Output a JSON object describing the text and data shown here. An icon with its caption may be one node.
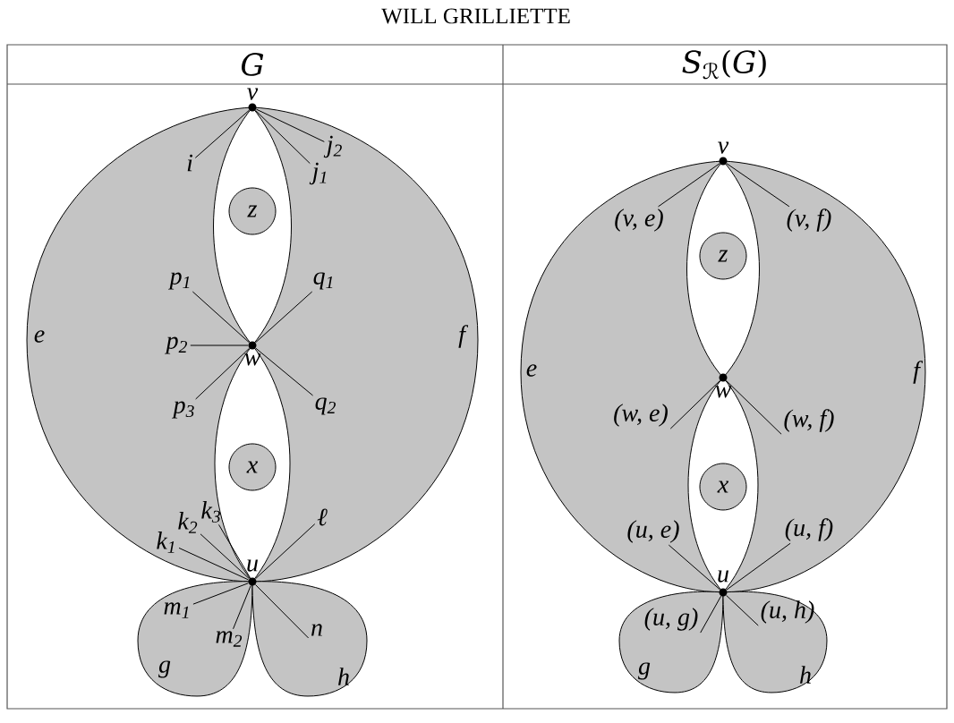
{
  "diagram": {
    "nodes": [
      {
        "text": [
          "e",
          "f"
        ]
      },
      {
        "text": [
          "v"
        ]
      },
      {
        "text": [
          "i"
        ],
        "in": 0
      },
      {
        "text": [
          "j$_{2}$"
        ],
        "in": 0
      },
      {
        "text": [
          "j$_{1}$"
        ],
        "in": 0
      },
      {
        "text": [
          "z"
        ],
        "in": 0
      },
      {
        "text": [
          "p$_{1}$"
        ],
        "in": 0
      },
      {
        "text": [
          "q$_{1}$"
        ],
        "in": 0
      },
      {
        "text": [
          "p$_{2}$"
        ],
        "in": 0
      },
      {
        "text": [
          "w"
        ],
        "in": 0
      },
      {
        "text": [
          "p$_{3}$"
        ],
        "in": 0
      },
      {
        "text": [
          "q$_{2}$"
        ],
        "in": 0
      },
      {
        "text": [
          "x"
        ],
        "in": 0
      },
      {
        "text": [
          "k$_{3}$"
        ],
        "in": 0
      },
      {
        "text": [
          "k$_{2}$"
        ],
        "in": 0
      },
      {
        "text": [
          "k$_{1}$"
        ],
        "in": 0
      },
      {
        "text": [
          "ℓ"
        ],
        "in": 0
      },
      {
        "text": [
          "u"
        ]
      },
      {
        "text": [
          "g"
        ]
      },
      {
        "text": [
          "m$_{1}$"
        ],
        "in": 18
      },
      {
        "text": [
          "m$_{2}$"
        ],
        "in": 18
      },
      {
        "text": [
          "h"
        ]
      },
      {
        "text": [
          "n"
        ],
        "in": 21
      },
      {
        "text": [
          "e",
          "f"
        ]
      },
      {
        "text": [
          "v"
        ]
      },
      {
        "text": [
          "(v, e)"
        ],
        "in": 23
      },
      {
        "text": [
          "(v, f)"
        ],
        "in": 23
      },
      {
        "text": [
          "z"
        ],
        "in": 23
      },
      {
        "text": [
          "w"
        ],
        "in": 23
      },
      {
        "text": [
          "(w, e)"
        ],
        "in": 23
      },
      {
        "text": [
          "(w, f)"
        ],
        "in": 23
      },
      {
        "text": [
          "x"
        ],
        "in": 23
      },
      {
        "text": [
          "(u, e)"
        ],
        "in": 23
      },
      {
        "text": [
          "(u, f)"
        ],
        "in": 23
      },
      {
        "text": [
          "u"
        ]
      },
      {
        "text": [
          "g"
        ]
      },
      {
        "text": [
          "(u, g)"
        ],
        "in": 35
      },
      {
        "text": [
          "h"
        ]
      },
      {
        "text": [
          "(u, h)"
        ],
        "in": 37
      }
    ],
    "edges": [
      {
        "from": 1,
        "to": 2,
        "arrow": "none"
      },
      {
        "from": 1,
        "to": 4,
        "arrow": "none"
      },
      {
        "from": 1,
        "to": 3,
        "arrow": "none"
      },
      {
        "from": 9,
        "to": 6,
        "arrow": "none"
      },
      {
        "from": 9,
        "to": 7,
        "arrow": "none"
      },
      {
        "from": 9,
        "to": 8,
        "arrow": "none"
      },
      {
        "from": 9,
        "to": 10,
        "arrow": "none"
      },
      {
        "from": 9,
        "to": 11,
        "arrow": "none"
      },
      {
        "from": 17,
        "to": 15,
        "arrow": "none"
      },
      {
        "from": 17,
        "to": 14,
        "arrow": "none"
      },
      {
        "from": 17,
        "to": 13,
        "arrow": "none"
      },
      {
        "from": 17,
        "to": 16,
        "arrow": "none"
      },
      {
        "from": 17,
        "to": 19,
        "arrow": "none"
      },
      {
        "from": 17,
        "to": 20,
        "arrow": "none"
      },
      {
        "from": 17,
        "to": 22,
        "arrow": "none"
      },
      {
        "from": 24,
        "to": 25,
        "arrow": "none"
      },
      {
        "from": 24,
        "to": 26,
        "arrow": "none"
      },
      {
        "from": 28,
        "to": 29,
        "arrow": "none"
      },
      {
        "from": 28,
        "to": 30,
        "arrow": "none"
      },
      {
        "from": 34,
        "to": 32,
        "arrow": "none"
      },
      {
        "from": 34,
        "to": 33,
        "arrow": "none"
      },
      {
        "from": 34,
        "to": 36,
        "arrow": "none"
      },
      {
        "from": 34,
        "to": 38,
        "arrow": "none"
      }
    ],
    "labels": [
      "WILL GRILLIETTE",
      "G",
      "*S*$_{ℛ}$(*G*)"
    ]
  }
}
